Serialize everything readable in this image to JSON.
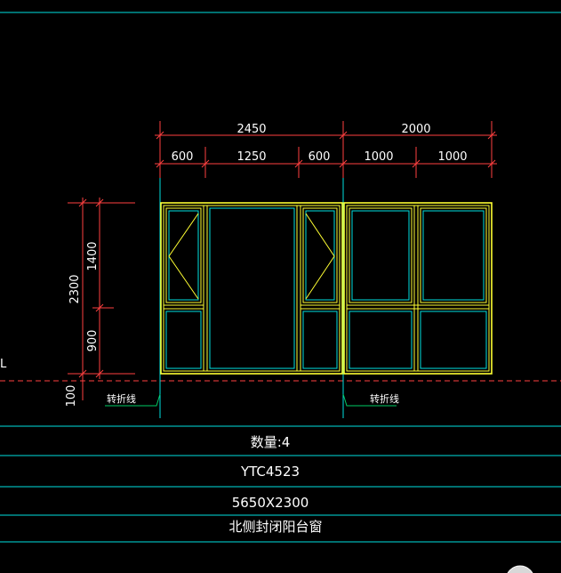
{
  "dimensions": {
    "top_left_total": "2450",
    "top_right_total": "2000",
    "left_segments": [
      "600",
      "1250",
      "600"
    ],
    "right_segments": [
      "1000",
      "1000"
    ],
    "total_height": "2300",
    "upper_height": "1400",
    "lower_height": "900",
    "sill_offset": "100"
  },
  "notes": {
    "fold_line_left": "转折线",
    "fold_line_right": "转折线",
    "edge_mark": "L"
  },
  "title_block": {
    "quantity": "数量:4",
    "code": "YTC4523",
    "size": "5650X2300",
    "name": "北侧封闭阳台窗"
  },
  "colors": {
    "background": "#000000",
    "dimension_lines": "#ff4040",
    "frame": "#ffff33",
    "glass": "#00e0e0",
    "fold_marker": "#00cc66"
  }
}
